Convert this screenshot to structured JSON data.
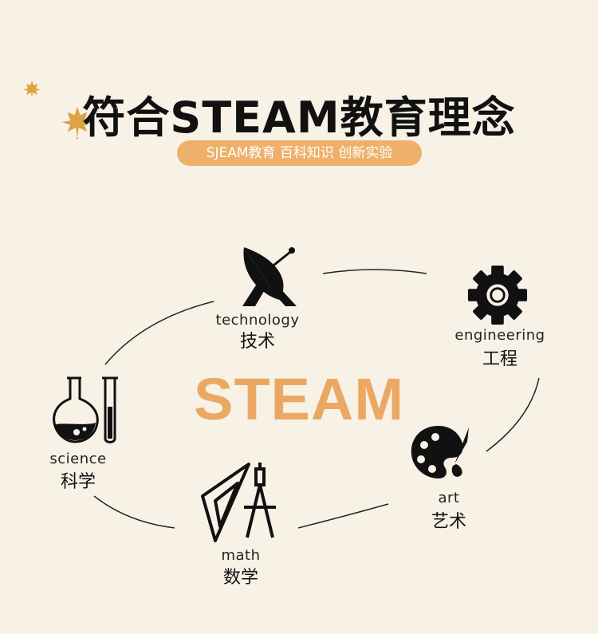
{
  "title": "符合STEAM教育理念",
  "subtitle": "SJEAM教育  百科知识  创新实验",
  "center": "STEAM",
  "accent_color": "#eeb06a",
  "center_color": "#eba862",
  "nodes": {
    "technology": {
      "en": "technology",
      "zh": "技术",
      "icon": "satellite-dish-icon"
    },
    "engineering": {
      "en": "engineering",
      "zh": "工程",
      "icon": "gear-icon"
    },
    "art": {
      "en": "art",
      "zh": "艺术",
      "icon": "palette-icon"
    },
    "math": {
      "en": "math",
      "zh": "数学",
      "icon": "ruler-compass-icon"
    },
    "science": {
      "en": "science",
      "zh": "科学",
      "icon": "flask-icon"
    }
  }
}
